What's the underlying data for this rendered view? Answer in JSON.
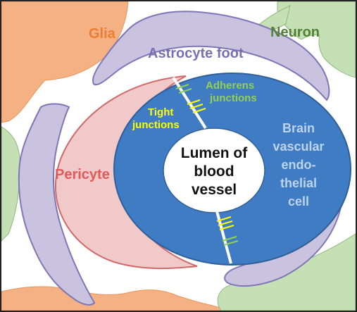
{
  "labels": {
    "glia": "Glia",
    "neuron": "Neuron",
    "astrocyte_foot": "Astrocyte foot",
    "adherens_junctions_line1": "Adherens",
    "adherens_junctions_line2": "junctions",
    "tight_junctions_line1": "Tight",
    "tight_junctions_line2": "junctions",
    "pericyte": "Pericyte",
    "endothelial_line1": "Brain",
    "endothelial_line2": "vascular",
    "endothelial_line3": "endo-",
    "endothelial_line4": "thelial",
    "endothelial_line5": "cell",
    "lumen_line1": "Lumen of",
    "lumen_line2": "blood",
    "lumen_line3": "vessel"
  },
  "colors": {
    "glia_fill": "#f4b183",
    "glia_text": "#ed7d31",
    "neuron_fill": "#c5e0b4",
    "neuron_text": "#548235",
    "astrocyte_fill": "#c9c3e0",
    "astrocyte_stroke": "#7f76b5",
    "astrocyte_text": "#7a6fb3",
    "pericyte_fill": "#f2c9c9",
    "pericyte_stroke": "#d06a6a",
    "pericyte_text": "#e05a5a",
    "endothelial_fill": "#3f7cc4",
    "endothelial_text": "#bcd4ee",
    "lumen_fill": "#ffffff",
    "tight_text": "#ffff00",
    "adherens_text": "#92d050"
  }
}
